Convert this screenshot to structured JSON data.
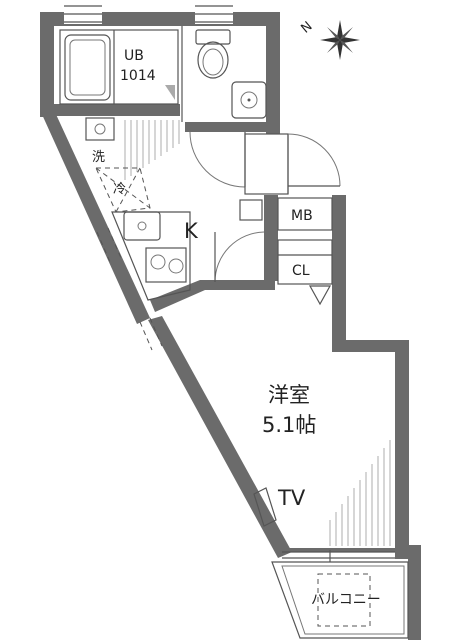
{
  "rooms": {
    "bath": {
      "label": "UB",
      "size": "1014"
    },
    "kitchen": {
      "label": "K"
    },
    "western_room": {
      "label": "洋室",
      "area": "5.1帖"
    },
    "balcony": {
      "label": "バルコニー"
    }
  },
  "fixtures": {
    "washer": "洗",
    "fridge": "冷",
    "meter_box": "MB",
    "closet": "CL",
    "tv": "TV"
  },
  "compass": {
    "north": "N"
  },
  "colors": {
    "wall": "#6b6b6b",
    "line": "#555555"
  }
}
